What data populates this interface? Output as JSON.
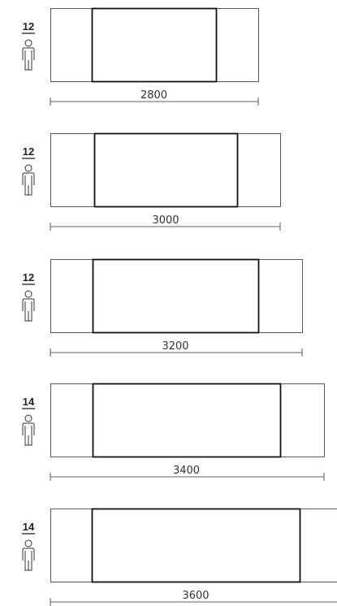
{
  "tables": [
    {
      "seats": "12",
      "length": "2800"
    },
    {
      "seats": "12",
      "length": "3000"
    },
    {
      "seats": "12",
      "length": "3200"
    },
    {
      "seats": "14",
      "length": "3400"
    },
    {
      "seats": "14",
      "length": "3600"
    }
  ],
  "icons": {
    "person": "person-icon"
  },
  "colors": {
    "line": "#333333",
    "text": "#222222"
  }
}
